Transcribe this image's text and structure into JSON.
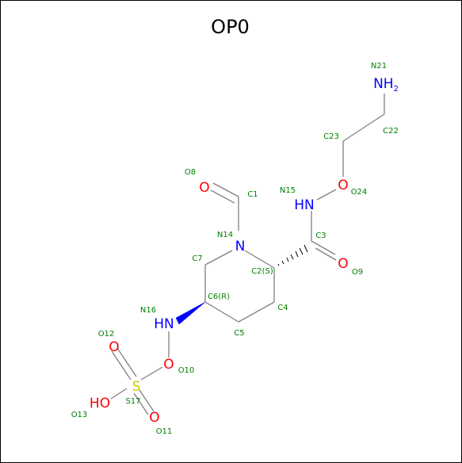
{
  "title": "OP0",
  "colors": {
    "bond": "#808080",
    "carbon_label": "#008000",
    "nitrogen": "#0000ff",
    "oxygen": "#ff0000",
    "sulfur": "#cccc00",
    "border": "#000000"
  },
  "atoms": {
    "nh2": {
      "main": "NH",
      "sub": "2"
    },
    "hn15": "HN",
    "hn16": "HN",
    "o8": "O",
    "o9": "O",
    "o24": "O",
    "o10": "O",
    "o12": "O",
    "o11": "O",
    "n14": "N",
    "ho13": "HO",
    "s17": "S"
  },
  "atom_labels": {
    "n21": "N21",
    "c22": "C22",
    "c23": "C23",
    "o8": "O8",
    "c1": "C1",
    "n15": "N15",
    "o24": "O24",
    "n14": "N14",
    "c3": "C3",
    "c7": "C7",
    "c2": "C2(S)",
    "o9": "O9",
    "n16": "N16",
    "c6": "C6(R)",
    "c4": "C4",
    "c5": "C5",
    "o12": "O12",
    "o10": "O10",
    "o13": "O13",
    "s17": "S17",
    "o11": "O11"
  }
}
